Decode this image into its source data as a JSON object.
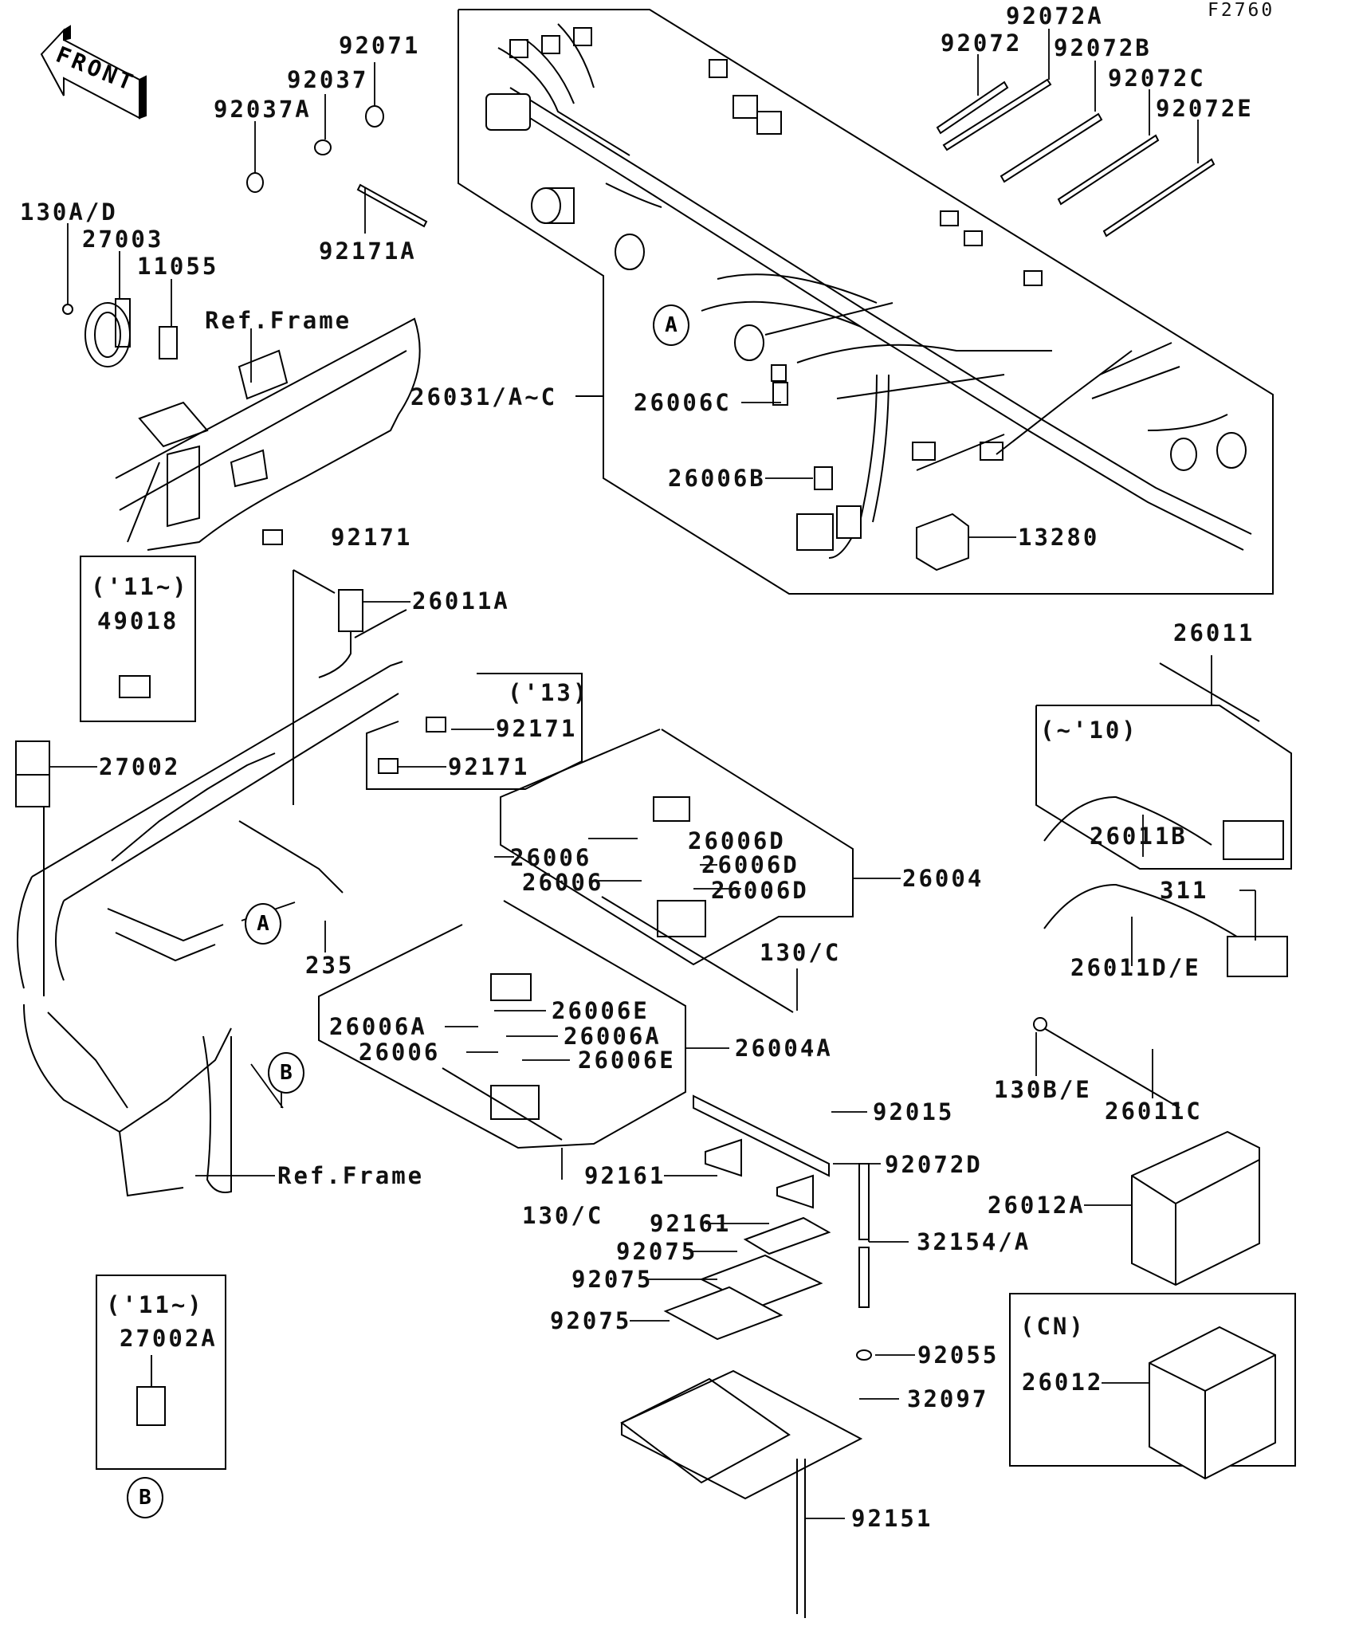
{
  "diagram": {
    "code": "F2760",
    "front_arrow": "FRONT",
    "labels": {
      "l92071": "92071",
      "l92037": "92037",
      "l92037A": "92037A",
      "l92171A": "92171A",
      "l130AD": "130A/D",
      "l27003": "27003",
      "l11055": "11055",
      "refFrameTop": "Ref.Frame",
      "l26031": "26031/A~C",
      "l92171_top": "92171",
      "l92072": "92072",
      "l92072A": "92072A",
      "l92072B": "92072B",
      "l92072C": "92072C",
      "l92072E": "92072E",
      "l26006C": "26006C",
      "l26006B": "26006B",
      "l13280": "13280",
      "yr11a": "('11~)",
      "l49018": "49018",
      "l26011A": "26011A",
      "yr13": "('13)",
      "l92171_a": "92171",
      "l92171_b": "92171",
      "l27002": "27002",
      "l26011": "26011",
      "yr10": "(~'10)",
      "l26011B": "26011B",
      "l311": "311",
      "l26011DE": "26011D/E",
      "l130BE": "130B/E",
      "l26011C": "26011C",
      "l26006_1": "26006",
      "l26006D_1": "26006D",
      "l26006D_2": "26006D",
      "l26006_2": "26006",
      "l26006D_3": "26006D",
      "l26004": "26004",
      "l235": "235",
      "l130C_1": "130/C",
      "l26006A_1": "26006A",
      "l26006E_1": "26006E",
      "l26006A_2": "26006A",
      "l26006_3": "26006",
      "l26006E_2": "26006E",
      "l26004A": "26004A",
      "refFrameBottom": "Ref.Frame",
      "l130C_2": "130/C",
      "l92015": "92015",
      "l92072D": "92072D",
      "l92161_1": "92161",
      "l92161_2": "92161",
      "l32154": "32154/A",
      "l92075_1": "92075",
      "l92075_2": "92075",
      "l92075_3": "92075",
      "l92055": "92055",
      "l32097": "32097",
      "l92151": "92151",
      "l26012A": "26012A",
      "cn": "(CN)",
      "l26012": "26012",
      "yr11b": "('11~)",
      "l27002A": "27002A"
    },
    "callouts": {
      "a1": "A",
      "a2": "A",
      "b1": "B",
      "b2": "B"
    }
  }
}
